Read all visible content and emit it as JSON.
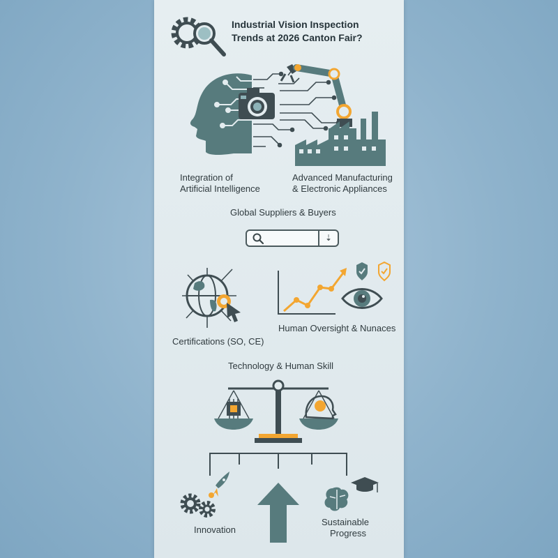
{
  "header": {
    "title_line1": "Industrial Vision Inspection",
    "title_line2": "Trends at 2026 Canton Fair?"
  },
  "sections": {
    "ai": {
      "line1": "Integration of",
      "line2": "Artificial Intelligence"
    },
    "manufacturing": {
      "line1": "Advanced Manufacturing",
      "line2": "& Electronic Appliances"
    },
    "suppliers": "Global Suppliers & Buyers",
    "certifications": "Certifications (SO, CE)",
    "oversight": "Human Oversight & Nunaces",
    "balance": "Technology & Human Skill",
    "innovation": "Innovation",
    "sustainable": {
      "line1": "Sustainable",
      "line2": "Progress"
    }
  },
  "search": {
    "dropdown_icon": "⇣"
  },
  "icons": {
    "header": "gear-magnifier-icon",
    "ai": "ai-head-icon",
    "camera": "camera-icon",
    "robot": "robot-arm-icon",
    "factory": "factory-icon",
    "globe": "globe-network-icon",
    "chart": "growth-chart-icon",
    "eye": "eye-inspection-icon",
    "scale": "balance-scale-icon",
    "rocket": "rocket-icon",
    "gears": "gears-icon",
    "brain": "brain-icon",
    "graduation": "graduation-cap-icon",
    "arrow": "up-arrow-icon"
  },
  "colors": {
    "primary": "#4e7577",
    "dark": "#3d4b50",
    "accent": "#f3a631",
    "panel": "#e3ecef"
  }
}
